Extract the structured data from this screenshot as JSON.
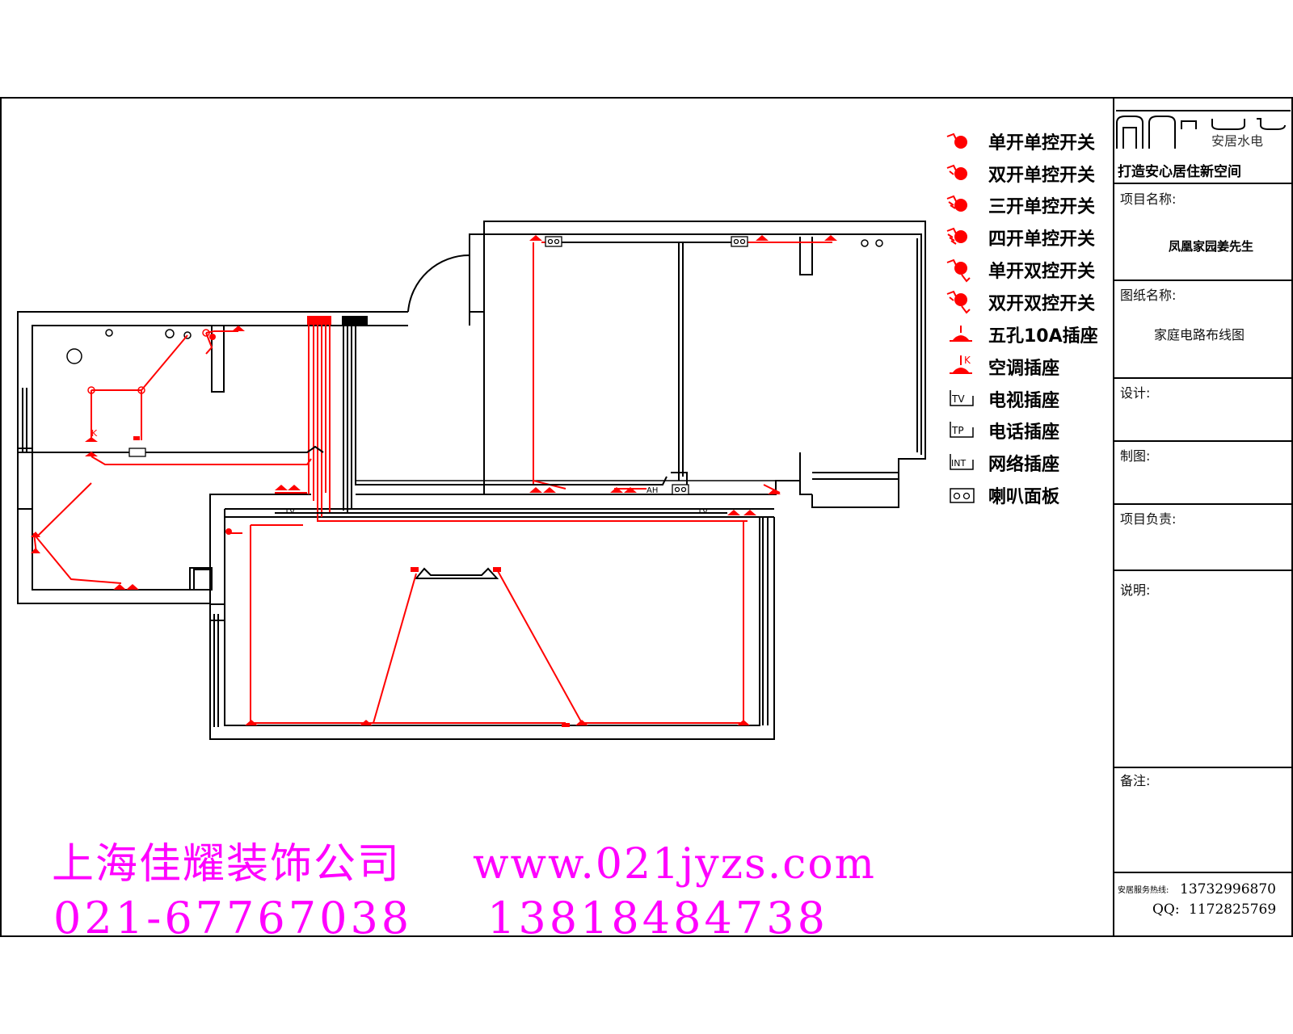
{
  "legend": [
    {
      "symbol": "single-switch",
      "label": "单开单控开关"
    },
    {
      "symbol": "double-switch",
      "label": "双开单控开关"
    },
    {
      "symbol": "triple-switch",
      "label": "三开单控开关"
    },
    {
      "symbol": "quad-switch",
      "label": "四开单控开关"
    },
    {
      "symbol": "single-2way-switch",
      "label": "单开双控开关"
    },
    {
      "symbol": "double-2way-switch",
      "label": "双开双控开关"
    },
    {
      "symbol": "socket-5hole",
      "label": "五孔10A插座"
    },
    {
      "symbol": "ac-socket",
      "label": "空调插座"
    },
    {
      "symbol": "tv-socket",
      "label": "电视插座"
    },
    {
      "symbol": "phone-socket",
      "label": "电话插座"
    },
    {
      "symbol": "network-socket",
      "label": "网络插座"
    },
    {
      "symbol": "speaker-panel",
      "label": "喇叭面板"
    }
  ],
  "legend_marks": {
    "ac": "K",
    "tv": "TV",
    "tp": "TP",
    "int": "INT"
  },
  "title_block": {
    "logo_text": "安居水电",
    "slogan": "打造安心居住新空间",
    "project_label": "项目名称:",
    "project_value": "凤凰家园姜先生",
    "drawing_label": "图纸名称:",
    "drawing_value": "家庭电路布线图",
    "design_label": "设计:",
    "draft_label": "制图:",
    "manager_label": "项目负责:",
    "notes_label": "说明:",
    "remarks_label": "备注:",
    "hotline_label": "安居服务热线:",
    "hotline_value": "13732996870",
    "qq_label": "QQ:",
    "qq_value": "1172825769"
  },
  "plan_labels": {
    "tv1": "TV",
    "tv2": "TV",
    "k": "K",
    "ah": "AH"
  },
  "advert": {
    "company": "上海佳耀装饰公司",
    "website": "www.021jyzs.com",
    "phone1": "021-67767038",
    "phone2": "13818484738"
  },
  "colors": {
    "wire": "#ff0000",
    "wall": "#000000",
    "accent": "#ff00ff"
  }
}
